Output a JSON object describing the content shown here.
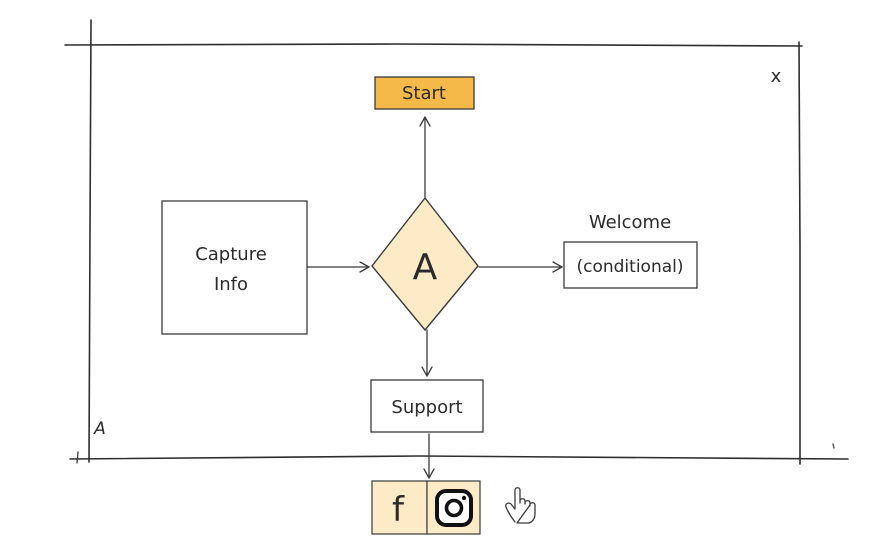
{
  "frame": {
    "close_label": "x",
    "corner_label": "A"
  },
  "nodes": {
    "start": {
      "label": "Start",
      "fill": "#f5b94a"
    },
    "capture": {
      "line1": "Capture",
      "line2": "Info"
    },
    "decision": {
      "label": "A",
      "fill": "#fdebc8"
    },
    "welcome": {
      "caption": "Welcome",
      "label": "(conditional)"
    },
    "support": {
      "label": "Support"
    }
  },
  "social": {
    "facebook": {
      "glyph": "f",
      "icon": "facebook-icon",
      "fill": "#fdebc8"
    },
    "instagram": {
      "icon": "instagram-icon",
      "fill": "#fdebc8"
    },
    "pointer": {
      "icon": "hand-pointer-icon"
    }
  }
}
